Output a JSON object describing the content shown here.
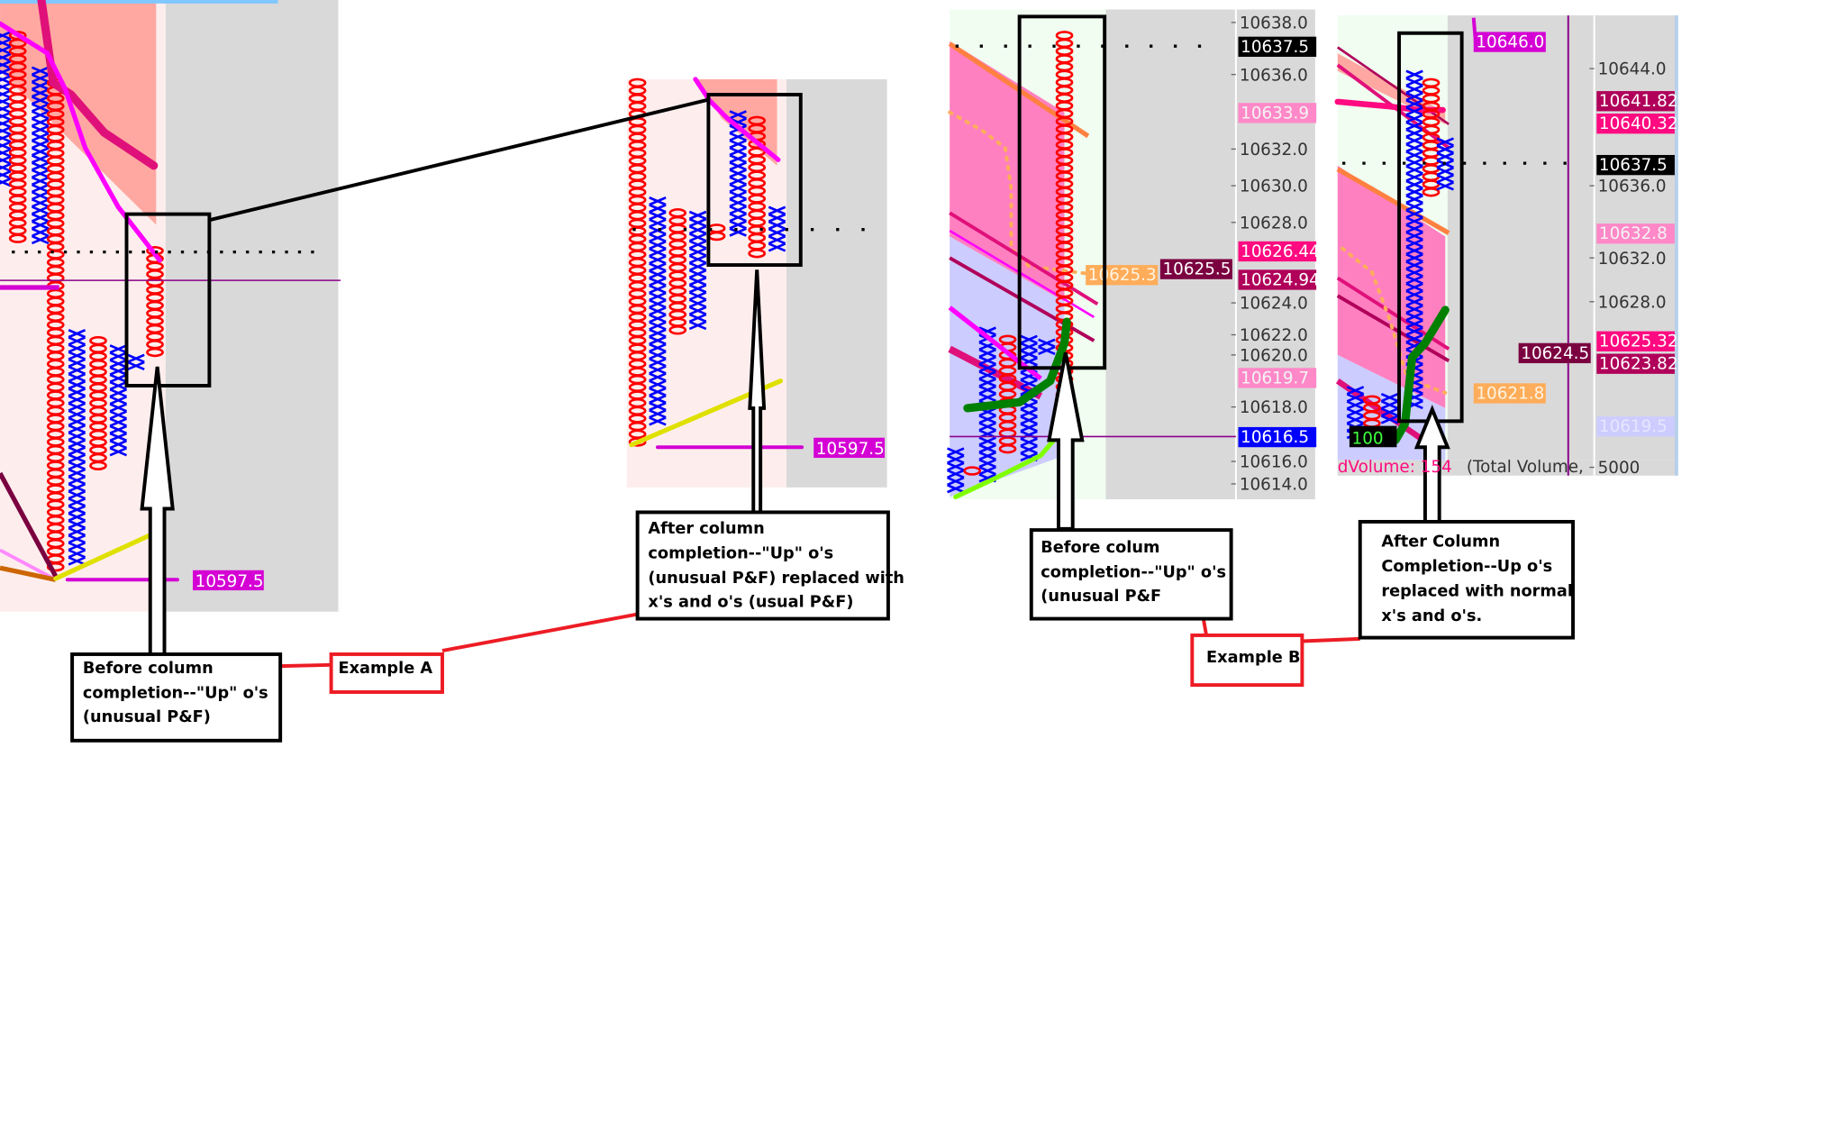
{
  "colors": {
    "o_mark": "#ff0000",
    "x_mark": "#0000ff",
    "pink_bg": "#fdeeed",
    "salmon": "#ffa8a2",
    "gray": "#d9d9d9",
    "green_bg": "#f0fdf0"
  },
  "example_a": {
    "label": "Example A",
    "before_note": [
      "Before column",
      "completion--\"Up\" o's",
      "(unusual P&F)"
    ],
    "after_note": [
      "After column",
      "completion--\"Up\" o's",
      "(unusual P&F) replaced with",
      "x's and o's (usual P&F)"
    ],
    "before_price_tag": "10597.5",
    "after_price_tag": "10597.5"
  },
  "example_b": {
    "label": "Example B",
    "before_note": [
      "Before colum",
      "completion--\"Up\" o's",
      "(unusual P&F"
    ],
    "after_note": [
      "After Column",
      "Completion--Up o's",
      "replaced with normal",
      "x's and o's."
    ],
    "before_axis": [
      "10638.0",
      "10636.0",
      "10632.0",
      "10630.0",
      "10628.0",
      "10624.0",
      "10622.0",
      "10620.0",
      "10618.0",
      "10616.0",
      "10614.0"
    ],
    "before_tags": [
      {
        "text": "10637.5",
        "bg": "#000000",
        "fg": "#ffffff"
      },
      {
        "text": "10633.9",
        "bg": "#ff88c8",
        "fg": "#f3f3f3"
      },
      {
        "text": "10626.44",
        "bg": "#ff0a80",
        "fg": "#ffffff"
      },
      {
        "text": "10624.94",
        "bg": "#b0005a",
        "fg": "#ffffff"
      },
      {
        "text": "10619.7",
        "bg": "#ff88c8",
        "fg": "#f3f3f3"
      },
      {
        "text": "10616.5",
        "bg": "#0000ff",
        "fg": "#ffffff"
      }
    ],
    "before_side_tags": [
      {
        "text": "10625.3",
        "bg": "#ffad5a",
        "fg": "#fff3e0"
      },
      {
        "text": "10625.5",
        "bg": "#7a0040",
        "fg": "#ffffff"
      }
    ],
    "after_axis": [
      "10644.0",
      "10636.0",
      "10632.0",
      "10628.0",
      "5000"
    ],
    "after_tags": [
      {
        "text": "10641.82",
        "bg": "#b0005a",
        "fg": "#ffffff"
      },
      {
        "text": "10640.32",
        "bg": "#ff0a80",
        "fg": "#ffffff"
      },
      {
        "text": "10637.5",
        "bg": "#000000",
        "fg": "#ffffff"
      },
      {
        "text": "10632.8",
        "bg": "#ff88c8",
        "fg": "#f3f3f3"
      },
      {
        "text": "10625.32",
        "bg": "#ff0a80",
        "fg": "#ffffff"
      },
      {
        "text": "10623.82",
        "bg": "#b0005a",
        "fg": "#ffffff"
      },
      {
        "text": "10619.5",
        "bg": "#ccccff",
        "fg": "#e6e6ff"
      }
    ],
    "after_side_tags": [
      {
        "text": "10646.0",
        "bg": "#d400d4",
        "fg": "#ffffff"
      },
      {
        "text": "10624.5",
        "bg": "#7a0040",
        "fg": "#ffffff"
      },
      {
        "text": "10621.8",
        "bg": "#ffad5a",
        "fg": "#fff3e0"
      }
    ],
    "volume_badge": "100",
    "volume_text": "dVolume: 154",
    "total_volume_text": "(Total Volume,"
  }
}
